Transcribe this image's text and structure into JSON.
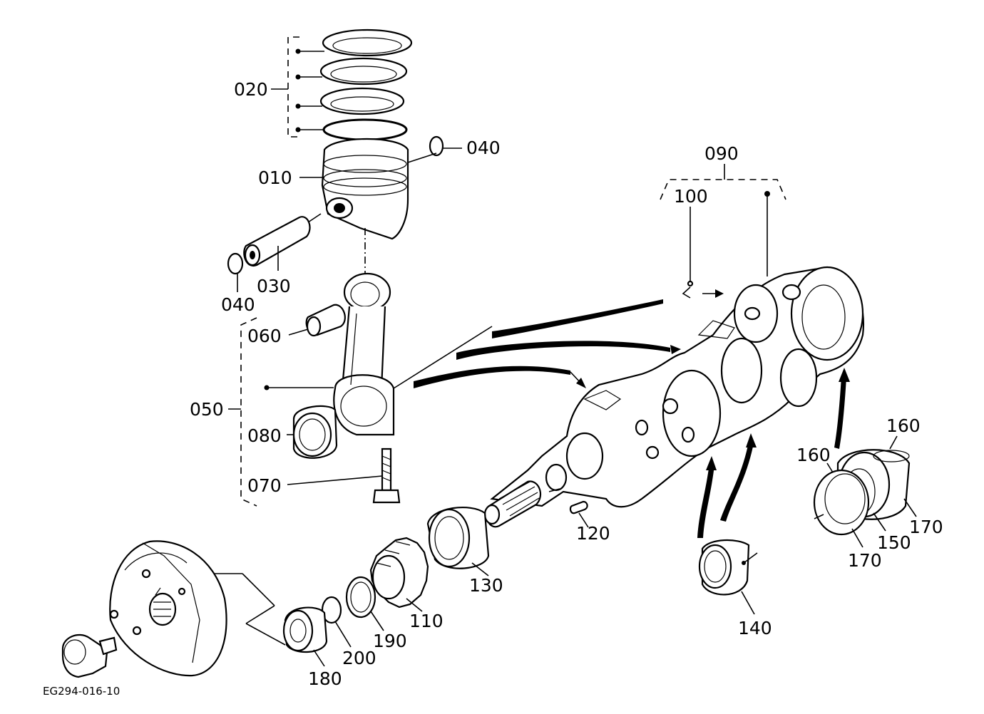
{
  "diagram_code": "EG294-016-10",
  "parts": {
    "p010": "010",
    "p020": "020",
    "p030": "030",
    "p040a": "040",
    "p040b": "040",
    "p050": "050",
    "p060": "060",
    "p070": "070",
    "p080": "080",
    "p090": "090",
    "p100": "100",
    "p110": "110",
    "p120": "120",
    "p130": "130",
    "p140": "140",
    "p150": "150",
    "p160a": "160",
    "p160b": "160",
    "p170a": "170",
    "p170b": "170",
    "p180": "180",
    "p190": "190",
    "p200": "200"
  }
}
